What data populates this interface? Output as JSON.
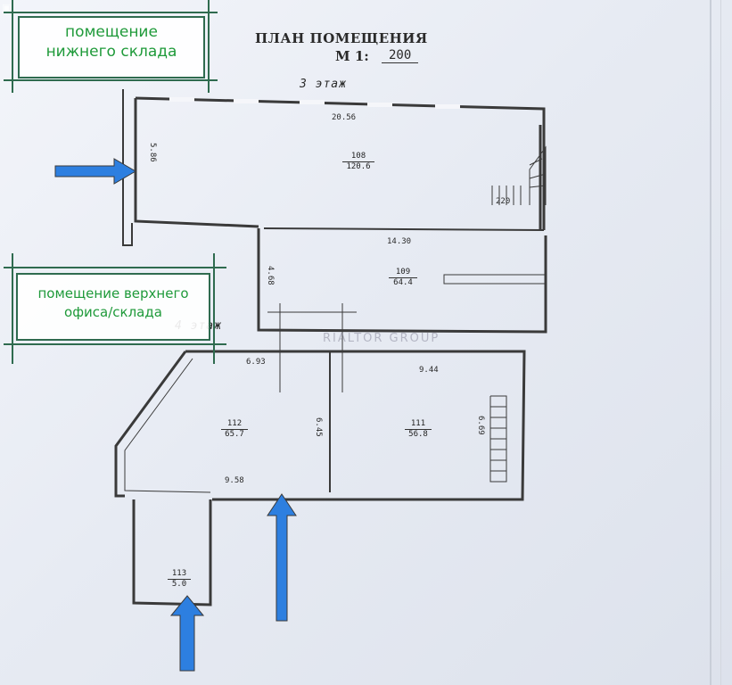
{
  "title": "ПЛАН ПОМЕЩЕНИЯ",
  "scale_label": "М 1:",
  "scale_value": "200",
  "floors": {
    "third": "3 этаж",
    "fourth": "4 этаж"
  },
  "labels": {
    "lower": [
      "помещение",
      "нижнего склада"
    ],
    "upper": [
      "помещение верхнего",
      "офиса/склада"
    ]
  },
  "rooms": [
    {
      "number": "108",
      "area": "120.6"
    },
    {
      "number": "109",
      "area": "64.4"
    },
    {
      "number": "112",
      "area": "65.7"
    },
    {
      "number": "111",
      "area": "56.8"
    },
    {
      "number": "113",
      "area": "5.0"
    }
  ],
  "dimensions": {
    "d1": "20.56",
    "d2": "5.86",
    "d3": "14.30",
    "d4": "4.68",
    "d5": "6.93",
    "d6": "9.44",
    "d7": "6.45",
    "d8": "6.69",
    "d9": "9.58",
    "stair": "220"
  },
  "watermark": "RIALTOR GROUP",
  "arrow_color": "#2d7fe0",
  "label_color": "#1f9a3a"
}
